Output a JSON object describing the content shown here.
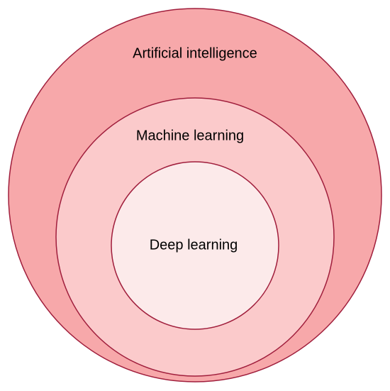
{
  "diagram": {
    "circles": [
      {
        "label": "Artificial intelligence",
        "fill": "#F7A8AA",
        "stroke": "#A01E3C"
      },
      {
        "label": "Machine learning",
        "fill": "#FBCACB",
        "stroke": "#A01E3C"
      },
      {
        "label": "Deep learning",
        "fill": "#FCEAEA",
        "stroke": "#A01E3C"
      }
    ]
  }
}
